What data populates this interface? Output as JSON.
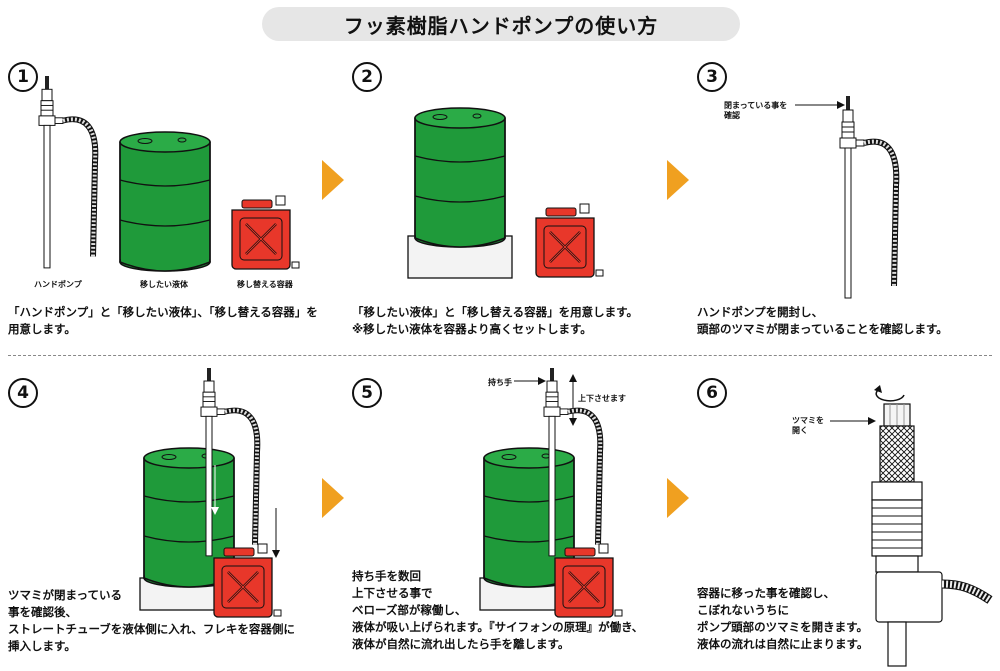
{
  "title": "フッ素樹脂ハンドポンプの使い方",
  "steps": [
    {
      "number": "1",
      "caption": [
        "「ハンドポンプ」と「移したい液体」、「移し替える容器」を",
        "用意します。"
      ],
      "labels": {
        "pump": "ハンドポンプ",
        "liquid": "移したい液体",
        "container": "移し替える容器"
      }
    },
    {
      "number": "2",
      "caption": [
        "「移したい液体」と「移し替える容器」を用意します。",
        "※移したい液体を容器より高くセットします。"
      ]
    },
    {
      "number": "3",
      "caption": [
        "ハンドポンプを開封し、",
        "頭部のツマミが閉まっていることを確認します。"
      ],
      "note": [
        "閉まっている事を",
        "確認"
      ]
    },
    {
      "number": "4",
      "caption": [
        "ツマミが閉まっている",
        "事を確認後、",
        "ストレートチューブを液体側に入れ、フレキを容器側に",
        "挿入します。"
      ]
    },
    {
      "number": "5",
      "caption": [
        "持ち手を数回",
        "上下させる事で",
        "ベローズ部が稼働し、",
        "液体が吸い上げられます。『サイフォンの原理』が働き、",
        "液体が自然に流れ出したら手を離します。"
      ],
      "labels": {
        "handle": "持ち手",
        "updown": "上下させます"
      }
    },
    {
      "number": "6",
      "caption": [
        "容器に移った事を確認し、",
        "こぼれないうちに",
        "ポンプ頭部のツマミを開きます。",
        "液体の流れは自然に止まります。"
      ],
      "note": [
        "ツマミを",
        "開く"
      ]
    }
  ],
  "colors": {
    "drum": "#1f9a3a",
    "container": "#e8372a",
    "arrow": "#f0a020",
    "title_bg": "#e6e6e6"
  },
  "icons": [
    "play-arrow-icon",
    "rotate-arrow-icon"
  ]
}
